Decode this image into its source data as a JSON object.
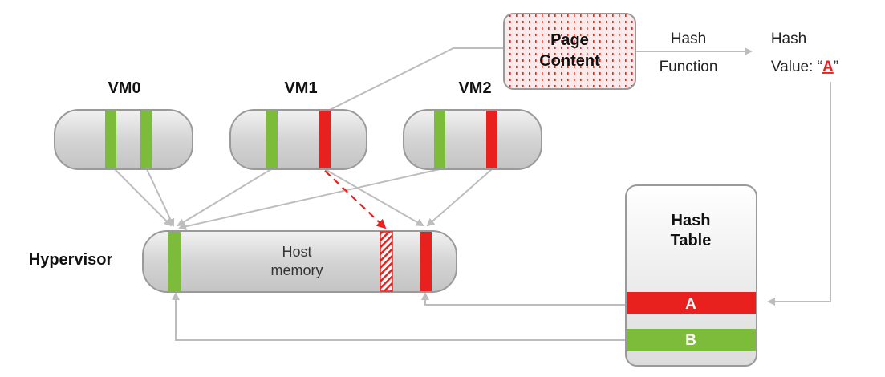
{
  "vms": [
    {
      "label": "VM0"
    },
    {
      "label": "VM1"
    },
    {
      "label": "VM2"
    }
  ],
  "hypervisor": {
    "label": "Hypervisor",
    "memory_line1": "Host",
    "memory_line2": "memory"
  },
  "page_content": {
    "line1": "Page",
    "line2": "Content"
  },
  "hash_function": {
    "line1": "Hash",
    "line2": "Function"
  },
  "hash_value": {
    "line1": "Hash",
    "line2_prefix": "Value: “",
    "value": "A",
    "line2_suffix": "”"
  },
  "hash_table": {
    "title_line1": "Hash",
    "title_line2": "Table",
    "entries": [
      {
        "key": "A",
        "color": "#e8211e"
      },
      {
        "key": "B",
        "color": "#7dbb3a"
      }
    ]
  },
  "colors": {
    "green": "#7dbb3a",
    "red": "#e8211e",
    "arrow_gray": "#bdbdbd",
    "box_fill": "#dcdcdc",
    "box_stroke": "#9a9a9a"
  }
}
